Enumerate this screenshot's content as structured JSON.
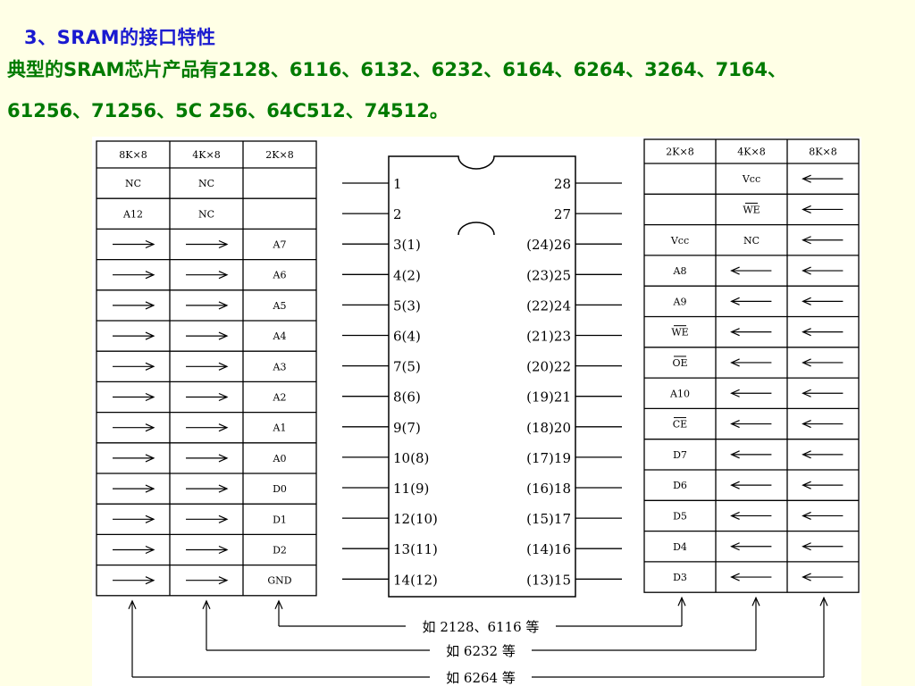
{
  "slide": {
    "title": "3、SRAM的接口特性",
    "line1": "典型的SRAM芯片产品有2128、6116、6132、6232、6164、6264、3264、7164、",
    "line2": "61256、71256、5C  256、64C512、74512。"
  },
  "colors": {
    "background": "#ffffe6",
    "title": "#1a1ad0",
    "text": "#007a00",
    "figure_bg": "#ffffff"
  },
  "left_table": {
    "headers": [
      "8K×8",
      "4K×8",
      "2K×8"
    ],
    "rows": [
      [
        "NC",
        "NC",
        ""
      ],
      [
        "A12",
        "NC",
        ""
      ],
      [
        "→",
        "→",
        "A7"
      ],
      [
        "→",
        "→",
        "A6"
      ],
      [
        "→",
        "→",
        "A5"
      ],
      [
        "→",
        "→",
        "A4"
      ],
      [
        "→",
        "→",
        "A3"
      ],
      [
        "→",
        "→",
        "A2"
      ],
      [
        "→",
        "→",
        "A1"
      ],
      [
        "→",
        "→",
        "A0"
      ],
      [
        "→",
        "→",
        "D0"
      ],
      [
        "→",
        "→",
        "D1"
      ],
      [
        "→",
        "→",
        "D2"
      ],
      [
        "→",
        "→",
        "GND"
      ]
    ]
  },
  "right_table": {
    "headers": [
      "2K×8",
      "4K×8",
      "8K×8"
    ],
    "rows": [
      [
        "",
        "Vcc",
        "←"
      ],
      [
        "",
        "WE",
        "←"
      ],
      [
        "Vcc",
        "NC",
        "←"
      ],
      [
        "A8",
        "←",
        "←"
      ],
      [
        "A9",
        "←",
        "←"
      ],
      [
        "WE",
        "←",
        "←"
      ],
      [
        "OE",
        "←",
        "←"
      ],
      [
        "A10",
        "←",
        "←"
      ],
      [
        "CE",
        "←",
        "←"
      ],
      [
        "D7",
        "←",
        "←"
      ],
      [
        "D6",
        "←",
        "←"
      ],
      [
        "D5",
        "←",
        "←"
      ],
      [
        "D4",
        "←",
        "←"
      ],
      [
        "D3",
        "←",
        "←"
      ]
    ],
    "overlined": [
      "WE",
      "OE",
      "CE"
    ]
  },
  "chip": {
    "left_pins": [
      "1",
      "2",
      "3(1)",
      "4(2)",
      "5(3)",
      "6(4)",
      "7(5)",
      "8(6)",
      "9(7)",
      "10(8)",
      "11(9)",
      "12(10)",
      "13(11)",
      "14(12)"
    ],
    "right_pins": [
      "28",
      "27",
      "(24)26",
      "(23)25",
      "(22)24",
      "(21)23",
      "(20)22",
      "(19)21",
      "(18)20",
      "(17)19",
      "(16)18",
      "(15)17",
      "(14)16",
      "(13)15"
    ]
  },
  "brackets": [
    {
      "label": "如 2128、6116 等"
    },
    {
      "label": "如 6232 等"
    },
    {
      "label": "如 6264 等"
    }
  ]
}
